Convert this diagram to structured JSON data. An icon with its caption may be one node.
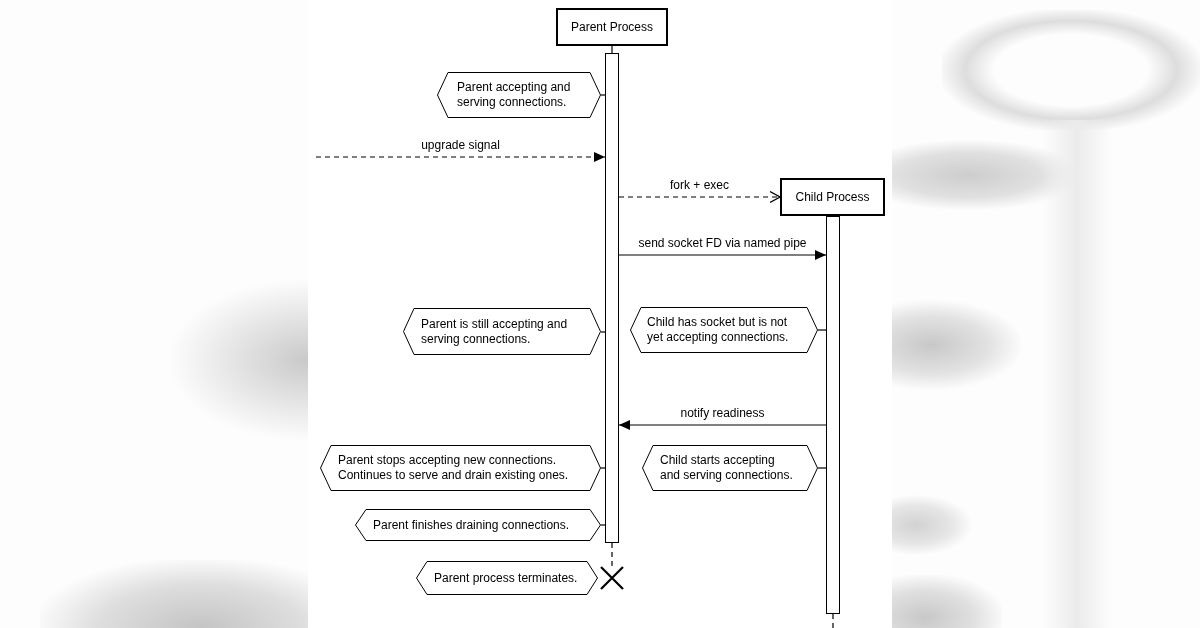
{
  "diagram": {
    "nodes": [
      {
        "text": [
          "Parent Process"
        ]
      },
      {
        "text": [],
        "shape": "bar"
      },
      {
        "text": [
          "Parent accepting and serving connections."
        ]
      },
      {
        "text": [
          "Child Process"
        ]
      },
      {
        "text": [],
        "shape": "bar"
      },
      {
        "text": [
          "Parent is still accepting and serving connections."
        ]
      },
      {
        "text": [
          "Child has socket but is not yet accepting connections."
        ]
      },
      {
        "text": [
          "Parent stops accepting new connections. Continues to serve and drain existing ones."
        ]
      },
      {
        "text": [
          "Child starts accepting and serving connections."
        ]
      },
      {
        "text": [
          "Parent finishes draining connections."
        ]
      },
      {
        "text": [
          "Parent process terminates."
        ]
      },
      {
        "text": [],
        "shape": "cross"
      }
    ],
    "edges": [
      {
        "from": 0,
        "to": 1,
        "arrow": "none"
      },
      {
        "from": 2,
        "to": 1,
        "arrow": "none"
      },
      {
        "from": null,
        "to": 1,
        "arrow": "to",
        "label": "upgrade signal",
        "style": "dashed"
      },
      {
        "from": 1,
        "to": 3,
        "arrow": "to",
        "label": "fork + exec",
        "style": "dashed"
      },
      {
        "from": 1,
        "to": 4,
        "arrow": "to",
        "label": "send socket FD via named pipe"
      },
      {
        "from": 5,
        "to": 1,
        "arrow": "none"
      },
      {
        "from": 6,
        "to": 4,
        "arrow": "none"
      },
      {
        "from": 4,
        "to": 1,
        "arrow": "to",
        "label": "notify readiness"
      },
      {
        "from": 7,
        "to": 1,
        "arrow": "none"
      },
      {
        "from": 8,
        "to": 4,
        "arrow": "none"
      },
      {
        "from": 9,
        "to": 1,
        "arrow": "none"
      },
      {
        "from": 1,
        "to": 11,
        "arrow": "none",
        "style": "dashed"
      },
      {
        "from": 4,
        "to": null,
        "arrow": "none",
        "style": "dashed"
      }
    ]
  }
}
